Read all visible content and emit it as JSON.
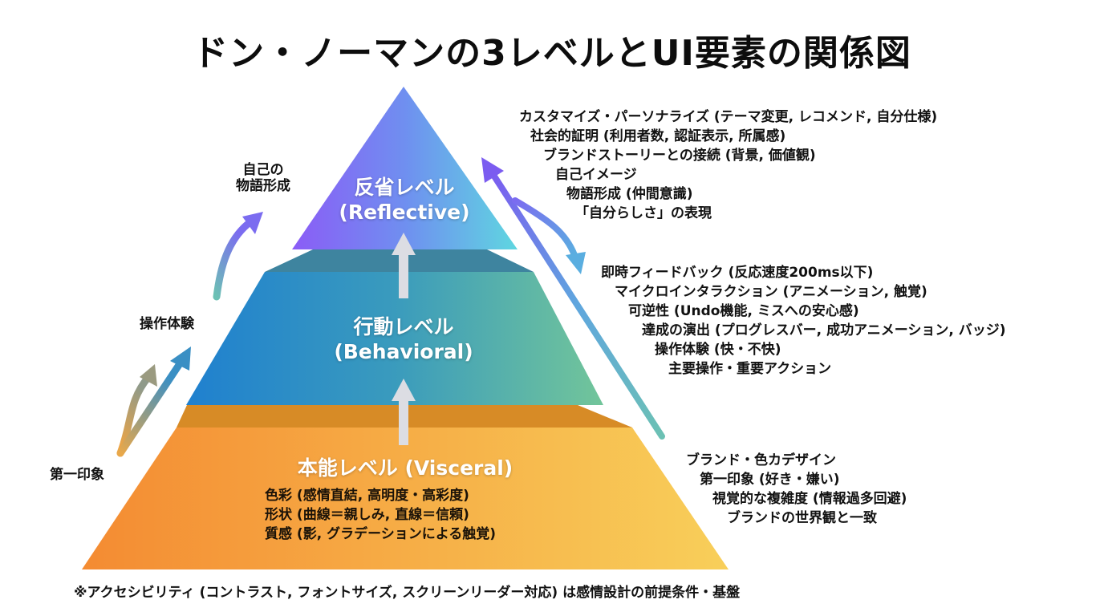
{
  "title": "ドン・ノーマンの3レベルとUI要素の関係図",
  "levels": {
    "reflective": {
      "name_ja": "反省レベル",
      "name_en": "(Reflective)",
      "colors": {
        "left": "#8b5cf6",
        "mid": "#6f8ff0",
        "right": "#5fd6e0"
      }
    },
    "behavioral": {
      "name_ja": "行動レベル",
      "name_en": "(Behavioral)",
      "colors": {
        "left": "#1f80cf",
        "mid": "#3a9bbd",
        "right": "#72c59a",
        "cap": "#3e849f"
      }
    },
    "visceral": {
      "name": "本能レベル (Visceral)",
      "items": [
        "色彩 (感情直結, 高明度・高彩度)",
        "形状 (曲線＝親しみ, 直線＝信頼)",
        "質感 (影, グラデーションによる触覚)"
      ],
      "colors": {
        "left": "#f48b32",
        "right": "#f8cf5a",
        "cap": "#d78b26"
      }
    }
  },
  "left_notes": {
    "first_impression": "第一印象",
    "operation_experience": "操作体験",
    "self_story": [
      "自己の",
      "物語形成"
    ]
  },
  "reflective_list": [
    "カスタマイズ・パーソナライズ (テーマ変更, レコメンド, 自分仕様)",
    "社会的証明 (利用者数, 認証表示, 所属感)",
    "ブランドストーリーとの接続 (背景, 価値観)",
    "自己イメージ",
    "物語形成 (仲間意識)",
    "「自分らしさ」の表現"
  ],
  "behavioral_list": [
    "即時フィードバック (反応速度200ms以下)",
    "マイクロインタラクション (アニメーション, 触覚)",
    "可逆性 (Undo機能, ミスへの安心感)",
    "達成の演出 (プログレスバー, 成功アニメーション, バッジ)",
    "操作体験 (快・不快)",
    "主要操作・重要アクション"
  ],
  "visceral_list": [
    "ブランド・色カデザイン",
    "第一印象 (好き・嫌い)",
    "視覚的な複雑度 (情報過多回避)",
    "ブランドの世界観と一致"
  ],
  "footnote": "※アクセシビリティ (コントラスト, フォントサイズ, スクリーンリーダー対応) は感情設計の前提条件・基盤",
  "arrow_colors": {
    "up": "#dcdde3",
    "purple": "#7b6cf0",
    "teal": "#6cc1b4",
    "orange": "#f4a540",
    "blue": "#3a8fc4"
  }
}
